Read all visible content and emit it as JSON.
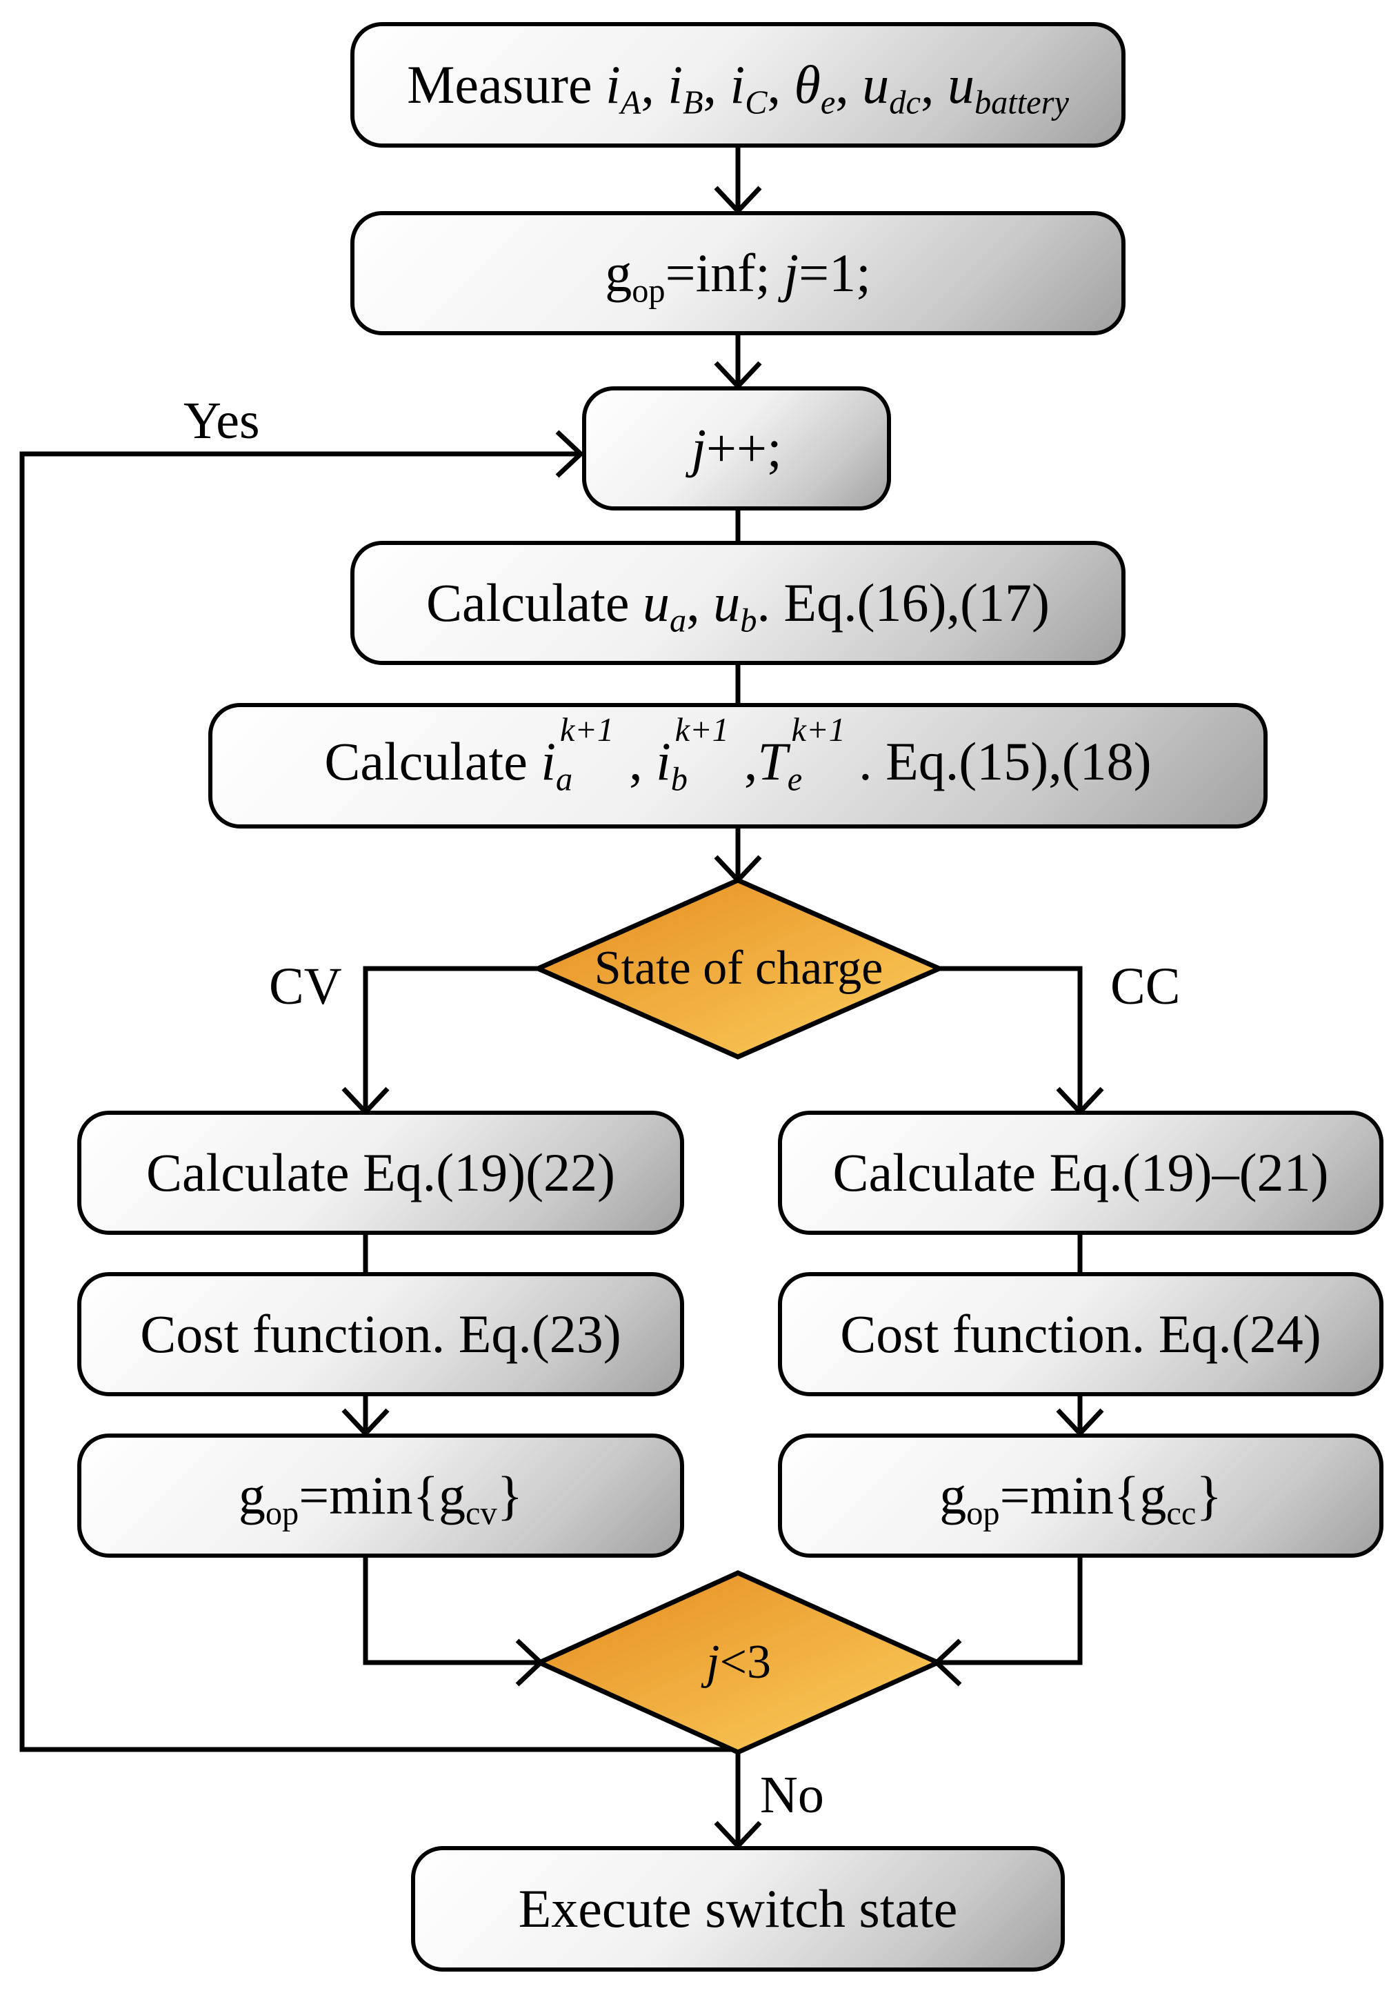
{
  "boxes": {
    "measure": {
      "prefix": "Measure",
      "vars": [
        "i",
        "i",
        "i",
        "θ",
        "u",
        "u"
      ],
      "subs": [
        "A",
        "B",
        "C",
        "e",
        "dc",
        "battery"
      ]
    },
    "init": {
      "g": "g",
      "sub": "op",
      "rest1": "=inf; ",
      "j": "j",
      "rest2": "=1;"
    },
    "increment": {
      "j": "j",
      "rest": "++;"
    },
    "calc_u": {
      "prefix": "Calculate ",
      "u1": "u",
      "s1": "a",
      "sep": ", ",
      "u2": "u",
      "s2": "b",
      "suffix": ". Eq.(16),(17)"
    },
    "calc_i": {
      "prefix": "Calculate ",
      "v1": "i",
      "s1": "a",
      "p1": "k+1",
      "sep1": ", ",
      "v2": "i",
      "s2": "b",
      "p2": "k+1",
      "sep2": ",",
      "v3": "T",
      "s3": "e",
      "p3": "k+1",
      "suffix": ". Eq.(15),(18)"
    },
    "cv_calc": "Calculate Eq.(19)(22)",
    "cc_calc": "Calculate Eq.(19)–(21)",
    "cv_cost": "Cost function. Eq.(23)",
    "cc_cost": "Cost function. Eq.(24)",
    "cv_min": {
      "g": "g",
      "sub": "op",
      "mid": "=min{g",
      "sub2": "cv",
      "end": "}"
    },
    "cc_min": {
      "g": "g",
      "sub": "op",
      "mid": "=min{g",
      "sub2": "cc",
      "end": "}"
    },
    "execute": "Execute switch state"
  },
  "decisions": {
    "soc": "State of charge",
    "loop": {
      "j": "j",
      "rest": "<3"
    }
  },
  "flow_labels": {
    "yes": "Yes",
    "no": "No",
    "cv": "CV",
    "cc": "CC"
  },
  "colors": {
    "stroke": "#000000",
    "decision_dark": "#e58a1f",
    "decision_light": "#fbd05e",
    "box_light": "#ffffff",
    "box_dark": "#a2a2a2"
  }
}
